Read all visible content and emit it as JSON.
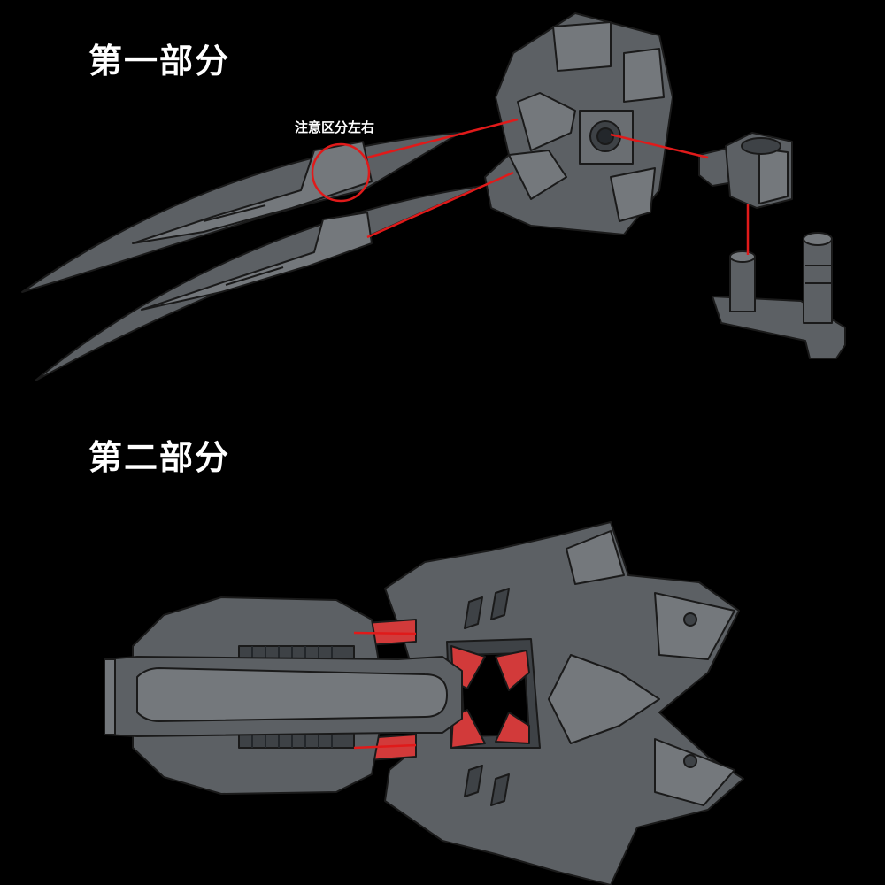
{
  "sections": {
    "part1_title": "第一部分",
    "part1_note": "注意区分左右",
    "part2_title": "第二部分"
  },
  "colors": {
    "background": "#000000",
    "part_gray": "#5c6064",
    "part_light": "#74787c",
    "outline": "#1a1a1a",
    "callout_red": "#e01a1a",
    "highlight_red": "#d23a3a"
  }
}
